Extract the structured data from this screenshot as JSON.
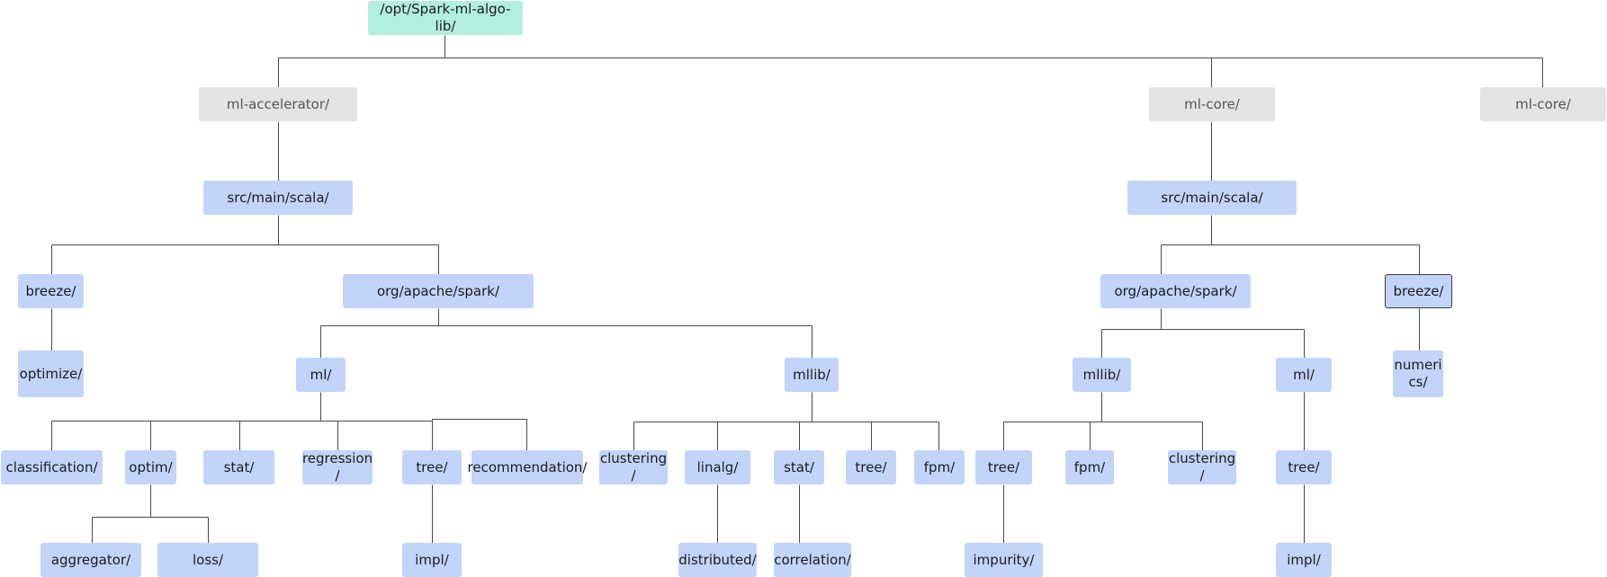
{
  "nodes": {
    "root": "/opt/Spark-ml-algo-lib/",
    "ml_accelerator": "ml-accelerator/",
    "ml_core_1": "ml-core/",
    "ml_core_2": "ml-core/",
    "acc_src": "src/main/scala/",
    "core_src": "src/main/scala/",
    "acc_breeze": "breeze/",
    "acc_optimize": "optimize/",
    "acc_org": "org/apache/spark/",
    "acc_ml": "ml/",
    "acc_mllib": "mllib/",
    "acc_ml_classification": "classification/",
    "acc_ml_optim": "optim/",
    "acc_ml_stat": "stat/",
    "acc_ml_regression": "regression\n/",
    "acc_ml_tree": "tree/",
    "acc_ml_recommendation": "recommendation/",
    "acc_optim_aggregator": "aggregator/",
    "acc_optim_loss": "loss/",
    "acc_tree_impl": "impl/",
    "acc_mllib_clustering": "clustering\n/",
    "acc_mllib_linalg": "linalg/",
    "acc_mllib_stat": "stat/",
    "acc_mllib_tree": "tree/",
    "acc_mllib_fpm": "fpm/",
    "acc_linalg_distributed": "distributed/",
    "acc_stat_correlation": "correlation/",
    "core_org": "org/apache/spark/",
    "core_breeze": "breeze/",
    "core_numerics": "numeri\ncs/",
    "core_mllib": "mllib/",
    "core_ml": "ml/",
    "core_mllib_tree": "tree/",
    "core_mllib_fpm": "fpm/",
    "core_mllib_clustering": "clustering\n/",
    "core_ml_tree": "tree/",
    "core_mllib_tree_impurity": "impurity/",
    "core_ml_tree_impl": "impl/"
  },
  "colors": {
    "root_fill": "#b3efdf",
    "module_fill": "#e4e4e4",
    "folder_fill": "#c3d4fb",
    "connector": "#4a4a4a"
  }
}
